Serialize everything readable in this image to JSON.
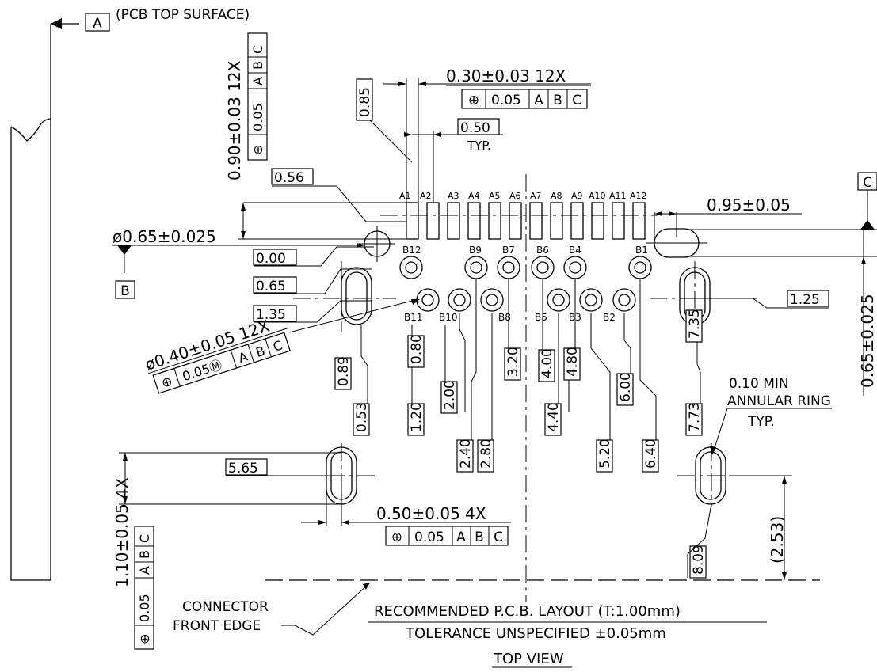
{
  "datums": {
    "a_label": "A",
    "a_note": "(PCB TOP SURFACE)",
    "b_label": "B",
    "c_label": "C"
  },
  "pin_labels": {
    "a_row": [
      "A1",
      "A2",
      "A3",
      "A4",
      "A5",
      "A6",
      "A7",
      "A8",
      "A9",
      "A10",
      "A11",
      "A12"
    ],
    "b_upper": [
      "B12",
      "B9",
      "B7",
      "B6",
      "B4",
      "B1"
    ],
    "b_lower": [
      "B11",
      "B10",
      "B8",
      "B5",
      "B3",
      "B2"
    ]
  },
  "dimensions": {
    "pad_width": "0.30±0.03  12X",
    "pad_length_tol": "0.90±0.03  12X",
    "pad_len_085": "0.85",
    "pitch": "0.50",
    "typ": "TYP.",
    "d056": "0.56",
    "hole_b": "ø0.65±0.025",
    "d000": "0.00",
    "d065": "0.65",
    "d135": "1.35",
    "via": "ø0.40±0.05  12X",
    "c_offset": "0.95±0.05",
    "c_vertical": "0.65±0.025",
    "d125": "1.25",
    "d735": "7.35",
    "d773": "7.73",
    "d089": "0.89",
    "d053": "0.53",
    "d080": "0.80",
    "d120": "1.20",
    "d200": "2.00",
    "d240": "2.40",
    "d280": "2.80",
    "d320": "3.20",
    "d400": "4.00",
    "d440": "4.40",
    "d480": "4.80",
    "d520": "5.20",
    "d600": "6.00",
    "d640": "6.40",
    "d565": "5.65",
    "slot_width": "0.50±0.05  4X",
    "slot_length": "1.10±0.05  4X",
    "d253": "(2.53)",
    "d809": "8.09",
    "annular_1": "0.10 MIN",
    "annular_2": "ANNULAR RING",
    "annular_3": "TYP."
  },
  "fcf": {
    "sym": "⊕",
    "tol": "0.05",
    "tol_m": "0.05Ⓜ",
    "a": "A",
    "b": "B",
    "c": "C"
  },
  "notes": {
    "connector_1": "CONNECTOR",
    "connector_2": "FRONT EDGE",
    "layout_title": "RECOMMENDED  P.C.B. LAYOUT  (T:1.00mm)",
    "tolerance": "TOLERANCE  UNSPECIFIED  ±0.05mm",
    "view": "TOP  VIEW"
  }
}
